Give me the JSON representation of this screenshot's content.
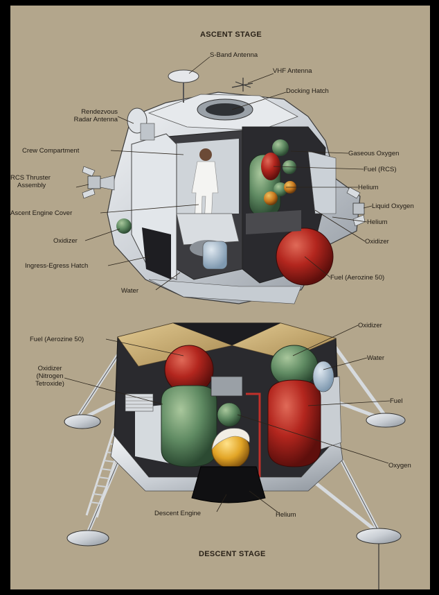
{
  "ascent": {
    "title": "ASCENT STAGE",
    "labels": {
      "s_band": "S-Band Antenna",
      "vhf": "VHF Antenna",
      "docking": "Docking Hatch",
      "rendezvous_1": "Rendezvous",
      "rendezvous_2": "Radar Antenna",
      "crew": "Crew Compartment",
      "gox": "Gaseous Oxygen",
      "fuel_rcs": "Fuel (RCS)",
      "rcs_1": "RCS Thruster",
      "rcs_2": "Assembly",
      "helium_1": "Helium",
      "lox": "Liquid Oxygen",
      "engine_cover": "Ascent Engine Cover",
      "helium_2": "Helium",
      "oxidizer_l": "Oxidizer",
      "oxidizer_r": "Oxidizer",
      "hatch": "Ingress-Egress Hatch",
      "fuel_a50": "Fuel (Aerozine 50)",
      "water": "Water"
    }
  },
  "descent": {
    "title": "DESCENT STAGE",
    "labels": {
      "oxidizer": "Oxidizer",
      "fuel_a50": "Fuel (Aerozine 50)",
      "water": "Water",
      "ox_1": "Oxidizer",
      "ox_2": "(Nitrogen",
      "ox_3": "Tetroxide)",
      "fuel": "Fuel",
      "oxygen": "Oxygen",
      "engine": "Descent Engine",
      "helium": "Helium"
    }
  },
  "colors": {
    "background": "#b3a68c",
    "fuel_red": "#b3261e",
    "tank_green": "#5f8a62",
    "helium_yellow": "#e2a526",
    "structure_silver": "#d8dde2",
    "panel_dark": "#2a2a2e"
  }
}
